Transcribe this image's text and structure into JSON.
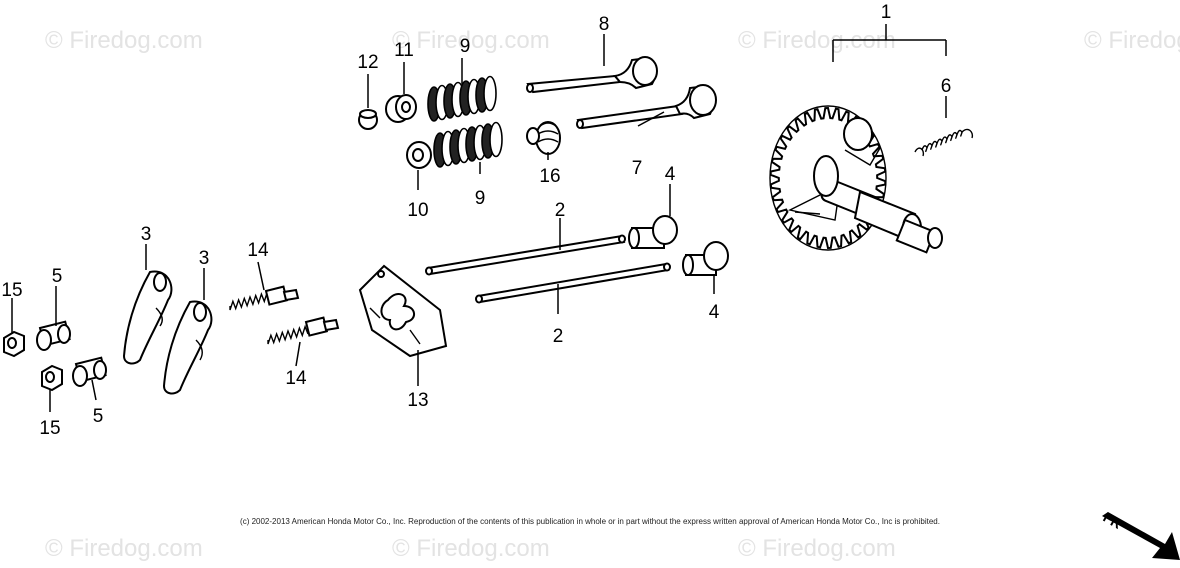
{
  "watermark": {
    "text": "© Firedog.com"
  },
  "copyright": "(c) 2002-2013 American Honda Motor Co., Inc. Reproduction of the contents of this publication in whole or in part without the express written approval of American Honda Motor Co., Inc is prohibited.",
  "fr_arrow": "FR",
  "callouts": {
    "c1": "1",
    "c2a": "2",
    "c2b": "2",
    "c3a": "3",
    "c3b": "3",
    "c4a": "4",
    "c4b": "4",
    "c5a": "5",
    "c5b": "5",
    "c6": "6",
    "c7": "7",
    "c8": "8",
    "c9a": "9",
    "c9b": "9",
    "c10": "10",
    "c11": "11",
    "c12": "12",
    "c13": "13",
    "c14a": "14",
    "c14b": "14",
    "c15a": "15",
    "c15b": "15",
    "c16": "16"
  }
}
